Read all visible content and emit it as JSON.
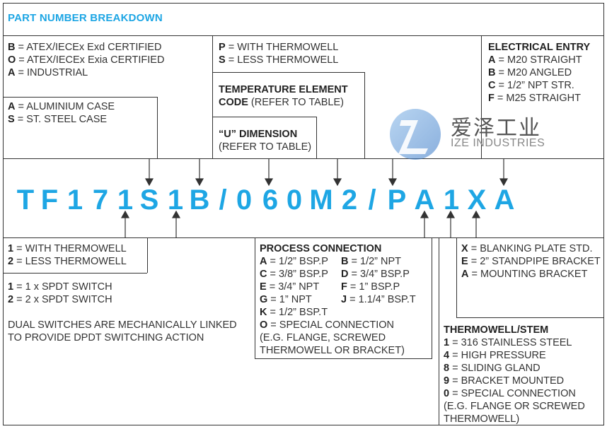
{
  "title": "PART NUMBER BREAKDOWN",
  "code": {
    "chars": [
      "T",
      "F",
      "1",
      "7",
      "1",
      "S",
      "1",
      "B",
      "/",
      "0",
      "6",
      "0",
      "M",
      "2",
      "/",
      "P",
      "A",
      "1",
      "X",
      "A"
    ]
  },
  "cert": {
    "lines": [
      {
        "key": "B",
        "text": " = ATEX/IECEx Exd CERTIFIED"
      },
      {
        "key": "O",
        "text": " = ATEX/IECEx Exia CERTIFIED"
      },
      {
        "key": "A",
        "text": " = INDUSTRIAL"
      }
    ]
  },
  "case": {
    "lines": [
      {
        "key": "A",
        "text": " = ALUMINIUM CASE"
      },
      {
        "key": "S",
        "text": " = ST. STEEL CASE"
      }
    ]
  },
  "thermowell_opt": {
    "lines": [
      {
        "key": "P",
        "text": " = WITH THERMOWELL"
      },
      {
        "key": "S",
        "text": " = LESS THERMOWELL"
      }
    ]
  },
  "temp_element": {
    "heading1": "TEMPERATURE ELEMENT",
    "heading2": "CODE",
    "note": " (REFER TO TABLE)"
  },
  "u_dim": {
    "heading": "“U” DIMENSION",
    "note": "(REFER TO TABLE)"
  },
  "electrical": {
    "heading": "ELECTRICAL ENTRY",
    "lines": [
      {
        "key": "A",
        "text": " = M20 STRAIGHT"
      },
      {
        "key": "B",
        "text": " = M20 ANGLED"
      },
      {
        "key": "C",
        "text": " = 1/2” NPT STR."
      },
      {
        "key": "F",
        "text": " = M25 STRAIGHT"
      }
    ]
  },
  "thermo_count": {
    "lines": [
      {
        "key": "1",
        "text": " = WITH THERMOWELL"
      },
      {
        "key": "2",
        "text": " = LESS THERMOWELL"
      }
    ]
  },
  "switch": {
    "lines": [
      {
        "key": "1",
        "text": " = 1 x SPDT SWITCH"
      },
      {
        "key": "2",
        "text": " = 2 x SPDT SWITCH"
      }
    ],
    "note1": "DUAL SWITCHES ARE MECHANICALLY LINKED",
    "note2": "TO PROVIDE DPDT SWITCHING ACTION"
  },
  "process": {
    "heading": "PROCESS CONNECTION",
    "rows": [
      [
        {
          "key": "A",
          "text": " = 1/2” BSP.P"
        },
        {
          "key": "B",
          "text": " = 1/2” NPT"
        }
      ],
      [
        {
          "key": "C",
          "text": " = 3/8” BSP.P"
        },
        {
          "key": "D",
          "text": " = 3/4” BSP.P"
        }
      ],
      [
        {
          "key": "E",
          "text": " = 3/4” NPT"
        },
        {
          "key": "F",
          "text": " = 1” BSP.P"
        }
      ],
      [
        {
          "key": "G",
          "text": " = 1” NPT"
        },
        {
          "key": "J",
          "text": " = 1.1/4” BSP.T"
        }
      ]
    ],
    "k_line": {
      "key": "K",
      "text": " = 1/2” BSP.T"
    },
    "o_line": {
      "key": "O",
      "text": " = SPECIAL CONNECTION"
    },
    "o_note1": "(E.G. FLANGE, SCREWED",
    "o_note2": "THERMOWELL OR BRACKET)"
  },
  "bracket": {
    "lines": [
      {
        "key": "X",
        "text": " = BLANKING PLATE STD."
      },
      {
        "key": "E",
        "text": " = 2” STANDPIPE BRACKET"
      },
      {
        "key": "A",
        "text": " = MOUNTING BRACKET"
      }
    ]
  },
  "stem": {
    "heading": "THERMOWELL/STEM",
    "lines": [
      {
        "key": "1",
        "text": " = 316 STAINLESS STEEL"
      },
      {
        "key": "4",
        "text": " = HIGH PRESSURE"
      },
      {
        "key": "8",
        "text": " = SLIDING GLAND"
      },
      {
        "key": "9",
        "text": " = BRACKET MOUNTED"
      },
      {
        "key": "0",
        "text": " = SPECIAL CONNECTION"
      }
    ],
    "note1": "(E.G. FLANGE OR SCREWED",
    "note2": "THERMOWELL)"
  },
  "watermark": {
    "cn": "爱泽工业",
    "en": "IZE INDUSTRIES"
  },
  "colors": {
    "accent": "#1ea6e4",
    "text": "#333333",
    "line": "#333333"
  }
}
